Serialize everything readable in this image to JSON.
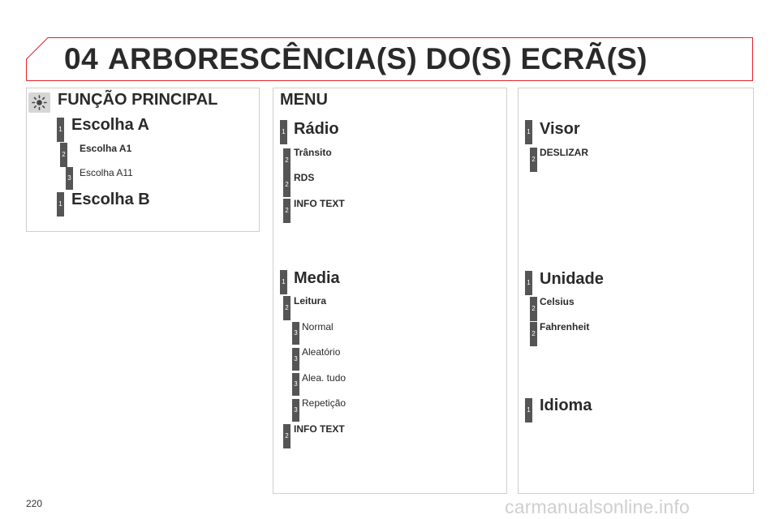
{
  "header": {
    "chapter": "04",
    "title": "ARBORESCÊNCIA(S) DO(S) ECRÃ(S)"
  },
  "colors": {
    "accent": "#e3202b",
    "marker": "#555555",
    "panel_border": "#cfcfcf"
  },
  "main": {
    "title": "FUNÇÃO PRINCIPAL",
    "icon": "sun-icon",
    "items": [
      {
        "level": "1",
        "label": "Escolha A"
      },
      {
        "level": "2",
        "label": "Escolha A1"
      },
      {
        "level": "3",
        "label": "Escolha A11"
      },
      {
        "level": "1",
        "label": "Escolha B"
      }
    ]
  },
  "menu": {
    "title": "MENU",
    "radio": {
      "level": "1",
      "label": "Rádio",
      "items": [
        {
          "level": "2",
          "label": "Trânsito"
        },
        {
          "level": "2",
          "label": "RDS"
        },
        {
          "level": "2",
          "label": "INFO TEXT"
        }
      ]
    },
    "media": {
      "level": "1",
      "label": "Media",
      "items": [
        {
          "level": "2",
          "label": "Leitura"
        },
        {
          "level": "3",
          "label": "Normal"
        },
        {
          "level": "3",
          "label": "Aleatório"
        },
        {
          "level": "3",
          "label": "Alea. tudo"
        },
        {
          "level": "3",
          "label": "Repetição"
        },
        {
          "level": "2",
          "label": "INFO TEXT"
        }
      ]
    }
  },
  "right": {
    "visor": {
      "level": "1",
      "label": "Visor",
      "items": [
        {
          "level": "2",
          "label": "DESLIZAR"
        }
      ]
    },
    "unidade": {
      "level": "1",
      "label": "Unidade",
      "items": [
        {
          "level": "2",
          "label": "Celsius"
        },
        {
          "level": "2",
          "label": "Fahrenheit"
        }
      ]
    },
    "idioma": {
      "level": "1",
      "label": "Idioma"
    }
  },
  "footer": {
    "page": "220",
    "watermark": "carmanualsonline.info"
  }
}
